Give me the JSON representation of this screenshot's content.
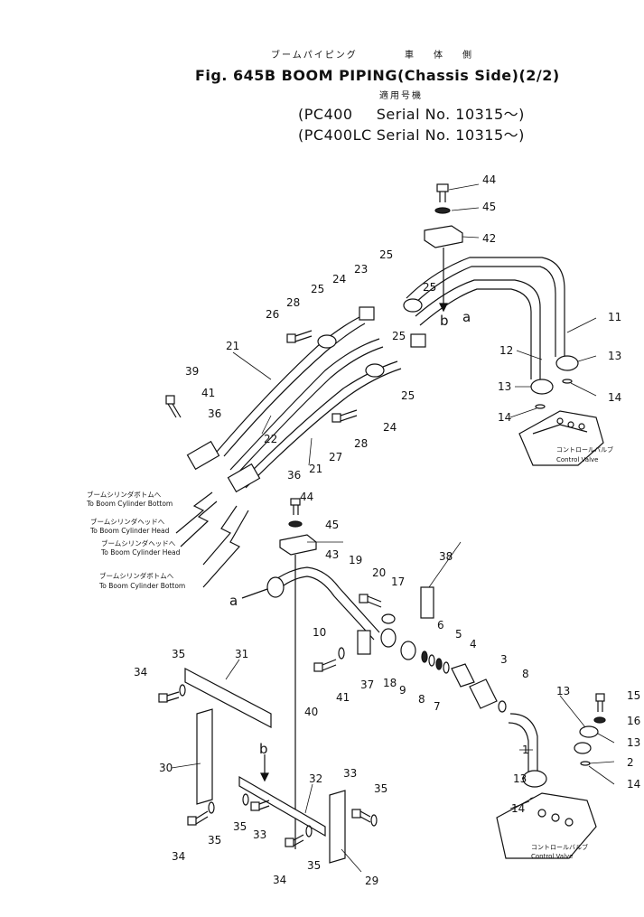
{
  "header": {
    "title_jp": "ブームパイピング",
    "side_jp": "車　体　側",
    "title_en": "Fig. 645B BOOM PIPING",
    "side_en": "Chassis Side",
    "sheet": "(2/2)",
    "applicable_jp": "適用号機",
    "model_1": "PC400",
    "serial_1": "Serial No. 10315～",
    "model_2": "PC400LC",
    "serial_2": "Serial No. 10315～"
  },
  "notes": {
    "boom_bottom_1_jp": "ブームシリンダボトムへ",
    "boom_bottom_1_en": "To Boom Cylinder Bottom",
    "boom_head_1_jp": "ブームシリンダヘッドへ",
    "boom_head_1_en": "To Boom Cylinder Head",
    "boom_head_2_jp": "ブームシリンダヘッドへ",
    "boom_head_2_en": "To Boom Cylinder Head",
    "boom_bottom_2_jp": "ブームシリンダボトムへ",
    "boom_bottom_2_en": "To Boom Cylinder Bottom",
    "control_valve_jp_1": "コントロールバルブ",
    "control_valve_en_1": "Control Valve",
    "control_valve_jp_2": "コントロールバルブ",
    "control_valve_en_2": "Control Valve"
  },
  "callouts": {
    "p44a": "44",
    "p45a": "45",
    "p42": "42",
    "p25a": "25",
    "p23": "23",
    "p24a": "24",
    "p25b": "25",
    "p28a": "28",
    "p26": "26",
    "p25c": "25",
    "p25d": "25",
    "p21a": "21",
    "p39": "39",
    "p41a": "41",
    "p36a": "36",
    "p22": "22",
    "p27": "27",
    "p28b": "28",
    "p24b": "24",
    "p21b": "21",
    "p36b": "36",
    "p11": "11",
    "p12": "12",
    "p13a": "13",
    "p13b": "13",
    "p14a": "14",
    "p14b": "14",
    "pb1": "b",
    "pa1": "a",
    "p44b": "44",
    "p45b": "45",
    "p43": "43",
    "p38": "38",
    "p19": "19",
    "p20": "20",
    "p17": "17",
    "pa2": "a",
    "p10": "10",
    "p6": "6",
    "p5": "5",
    "p4": "4",
    "p3": "3",
    "p8a": "8",
    "p35a": "35",
    "p31": "31",
    "p34a": "34",
    "p41b": "41",
    "p37": "37",
    "p18": "18",
    "p9": "9",
    "p8b": "8",
    "p7": "7",
    "p40": "40",
    "p13c": "13",
    "p15": "15",
    "p16": "16",
    "p13d": "13",
    "p2": "2",
    "p14c": "14",
    "p1": "1",
    "p13e": "13",
    "p14d": "14",
    "p30": "30",
    "pb2": "b",
    "p32": "32",
    "p33a": "33",
    "p35b": "35",
    "p35c": "35",
    "p33b": "33",
    "p34b": "34",
    "p35d": "35",
    "p35e": "35",
    "p34c": "34",
    "p29": "29"
  }
}
